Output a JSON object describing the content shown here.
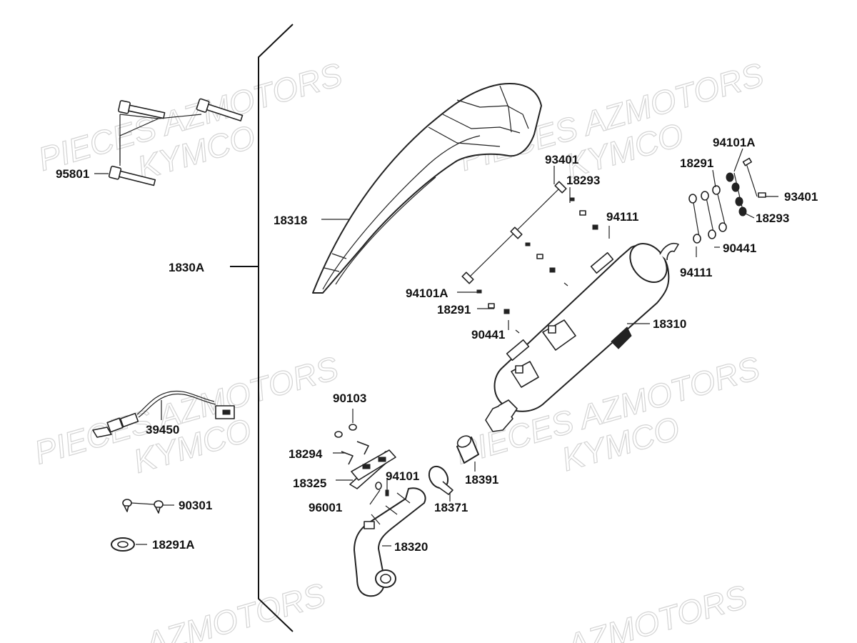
{
  "watermark": {
    "pieces_azmotors": "PIECES AZMOTORS",
    "kymco": "KYMCO",
    "azmotors": "AZMOTORS"
  },
  "assembly": {
    "code": "1830A"
  },
  "callouts": {
    "c95801": "95801",
    "c18318": "18318",
    "c93401_a": "93401",
    "c18293_a": "18293",
    "c94111_a": "94111",
    "c94101A_a": "94101A",
    "c18291_a": "18291",
    "c90441_a": "90441",
    "c94101A_b": "94101A",
    "c18291_b": "18291",
    "c93401_b": "93401",
    "c18293_b": "18293",
    "c90441_b": "90441",
    "c94111_b": "94111",
    "c18310": "18310",
    "c39450": "39450",
    "c90103": "90103",
    "c18294": "18294",
    "c18325": "18325",
    "c94101": "94101",
    "c96001": "96001",
    "c18391": "18391",
    "c18371": "18371",
    "c18320": "18320",
    "c90301": "90301",
    "c18291A": "18291A"
  }
}
